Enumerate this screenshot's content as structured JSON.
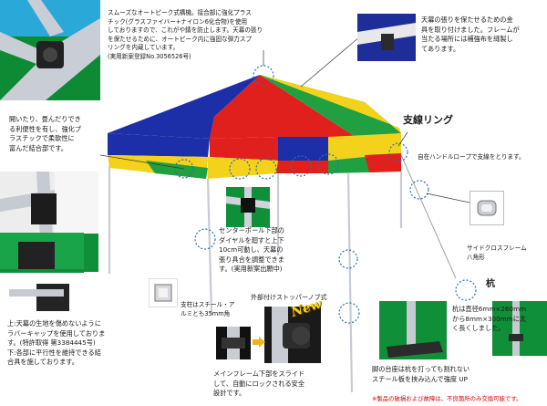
{
  "desc": {
    "top_center": [
      "スムーズなオートピーク式構機。接合部に強化プラス",
      "チック(グラスファイバー+ナイロン6化合物)を使用",
      "しておりますので、これがや錆を防止します。天幕の張り",
      "を保たせるために、オートピーク内に強固な弾力スプ",
      "リングを内蔵しています。",
      "(実用新案登録No.3056526号)"
    ],
    "top_right": [
      "天幕の張りを保たせるための金",
      "具を取り付けました。フレームが",
      "当たる場所には補強布を縫製し",
      "てあります。"
    ],
    "left_mid": [
      "開いたり、畳んだりでき",
      "る利便性を有し、強化プ",
      "ラスチックで柔軟性に",
      "富んだ結合部です。"
    ],
    "center_pole": [
      "センターポール下部の",
      "ダイヤルを廻すと上下",
      "10cm可動し、天幕の",
      "張り具合を調整できま",
      "す。(実用新案出願中)"
    ],
    "frame_note": [
      "支柱はスチール・ア",
      "ルミとも35mm角"
    ],
    "bottom_left": [
      "上:天幕の生地を傷めないように",
      "ラバーキャップを使用しておりま",
      "す。(特許取得 第3384445号)",
      "下:各部に平行性を維持できる結",
      "合具を施しております。"
    ],
    "stopper": [
      "メインフレーム下部をスライド",
      "して、自動にロックされる安全",
      "設計です。"
    ],
    "leg": [
      "脚の台座は杭を打っても割れない",
      "スチール板を挟み込んで強度 UP"
    ],
    "hand_rope": "自在ハンドルロープで支線をとります。",
    "side_cross": [
      "サイドクロスフレーム",
      "八角形"
    ],
    "stake": [
      "杭は直径6mm×260mm",
      "から8mm×300mmに太",
      "く長くしました。"
    ]
  },
  "labels": {
    "support_ring": "支線リング",
    "stopper_title": "外部付けストッパーノブ式",
    "new_badge": "New",
    "stake_title": "杭",
    "footnote": "※製品の破損および故障は、不良箇所のみ交換可能です。"
  },
  "colors": {
    "canopy_red": "#e0201c",
    "canopy_blue": "#1d2fa8",
    "canopy_yellow": "#f2d21a",
    "canopy_green": "#20a040",
    "frame": "#b8bcc4",
    "callout": "#2a6fb0",
    "footnote": "#d90000"
  }
}
